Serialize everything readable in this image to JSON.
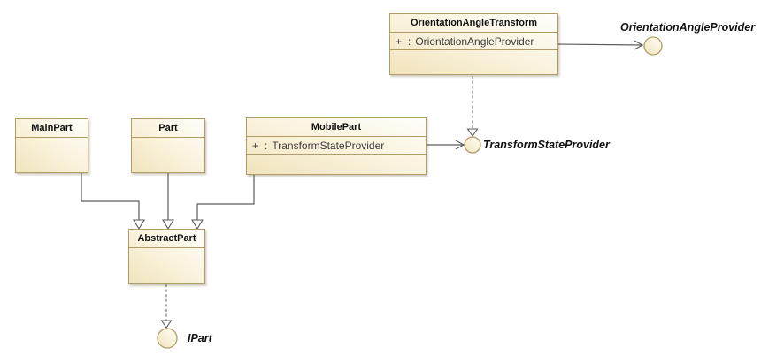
{
  "colors": {
    "box_border": "#b29c66",
    "box_fill_dark": "#f1e4bc",
    "box_fill_light": "#fffefa",
    "connector_line": "#5b5b5b",
    "title_text": "#111111",
    "attribute_text": "#3d3d3d"
  },
  "classes": {
    "oat": {
      "name": "OrientationAngleTransform",
      "attr_visibility": "+",
      "attr_sep": ":",
      "attr_type": "OrientationAngleProvider"
    },
    "main_part": {
      "name": "MainPart"
    },
    "part": {
      "name": "Part"
    },
    "mobile_part": {
      "name": "MobilePart",
      "attr_visibility": "+",
      "attr_sep": ":",
      "attr_type": "TransformStateProvider"
    },
    "abstract_part": {
      "name": "AbstractPart"
    }
  },
  "interfaces": {
    "oap": {
      "label": "OrientationAngleProvider"
    },
    "tsp": {
      "label": "TransformStateProvider"
    },
    "ipart": {
      "label": "IPart"
    }
  },
  "relationships": [
    {
      "from": "OrientationAngleTransform",
      "to": "OrientationAngleProvider",
      "type": "provided-interface-arrow"
    },
    {
      "from": "OrientationAngleTransform",
      "to": "TransformStateProvider",
      "type": "dashed-realization"
    },
    {
      "from": "MobilePart",
      "to": "TransformStateProvider",
      "type": "provided-interface-arrow"
    },
    {
      "from": "MainPart",
      "to": "AbstractPart",
      "type": "generalization"
    },
    {
      "from": "Part",
      "to": "AbstractPart",
      "type": "generalization"
    },
    {
      "from": "MobilePart",
      "to": "AbstractPart",
      "type": "generalization"
    },
    {
      "from": "AbstractPart",
      "to": "IPart",
      "type": "dashed-realization"
    }
  ]
}
